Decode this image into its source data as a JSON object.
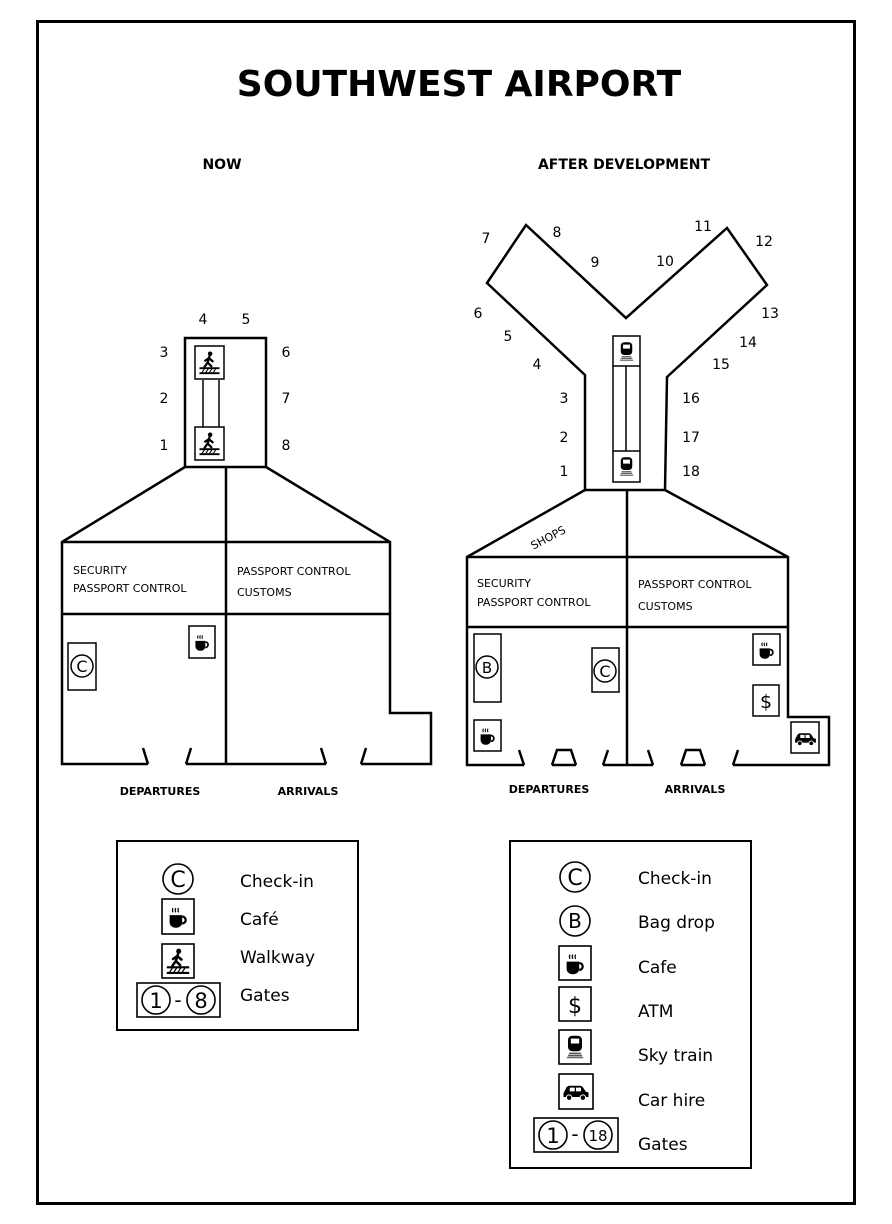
{
  "title": "SOUTHWEST AIRPORT",
  "colors": {
    "line": "#000000",
    "background": "#ffffff"
  },
  "now": {
    "heading": "NOW",
    "gates": [
      "1",
      "2",
      "3",
      "4",
      "5",
      "6",
      "7",
      "8"
    ],
    "rooms": {
      "left_line1": "SECURITY",
      "left_line2": "PASSPORT CONTROL",
      "right_line1": "PASSPORT CONTROL",
      "right_line2": "CUSTOMS"
    },
    "facilities": [
      "walkway-icon",
      "walkway-icon",
      "check-in",
      "cafe-icon"
    ],
    "departures": "DEPARTURES",
    "arrivals": "ARRIVALS",
    "legend": {
      "items": [
        {
          "icon": "check-in-icon",
          "symbol": "C",
          "label": "Check-in"
        },
        {
          "icon": "cafe-icon",
          "label": "Café"
        },
        {
          "icon": "walkway-icon",
          "label": "Walkway"
        },
        {
          "icon": "gates-icon",
          "range_start": "1",
          "range_sep": "-",
          "range_end": "8",
          "label": "Gates"
        }
      ]
    }
  },
  "after": {
    "heading": "AFTER DEVELOPMENT",
    "gates": [
      "1",
      "2",
      "3",
      "4",
      "5",
      "6",
      "7",
      "8",
      "9",
      "10",
      "11",
      "12",
      "13",
      "14",
      "15",
      "16",
      "17",
      "18"
    ],
    "shops": "SHOPS",
    "rooms": {
      "left_line1": "SECURITY",
      "left_line2": "PASSPORT CONTROL",
      "right_line1": "PASSPORT CONTROL",
      "right_line2": "CUSTOMS"
    },
    "facilities": [
      "sky-train-icon",
      "sky-train-icon",
      "bag-drop",
      "check-in",
      "cafe-icon",
      "cafe-icon",
      "atm-icon",
      "car-hire-icon"
    ],
    "departures": "DEPARTURES",
    "arrivals": "ARRIVALS",
    "legend": {
      "items": [
        {
          "icon": "check-in-icon",
          "symbol": "C",
          "label": "Check-in"
        },
        {
          "icon": "bag-drop-icon",
          "symbol": "B",
          "label": "Bag drop"
        },
        {
          "icon": "cafe-icon",
          "label": "Cafe"
        },
        {
          "icon": "atm-icon",
          "symbol": "$",
          "label": "ATM"
        },
        {
          "icon": "sky-train-icon",
          "label": "Sky train"
        },
        {
          "icon": "car-hire-icon",
          "label": "Car hire"
        },
        {
          "icon": "gates-icon",
          "range_start": "1",
          "range_sep": "-",
          "range_end": "18",
          "label": "Gates"
        }
      ]
    }
  },
  "symbols": {
    "check_in": "C",
    "bag_drop": "B",
    "atm": "$"
  }
}
